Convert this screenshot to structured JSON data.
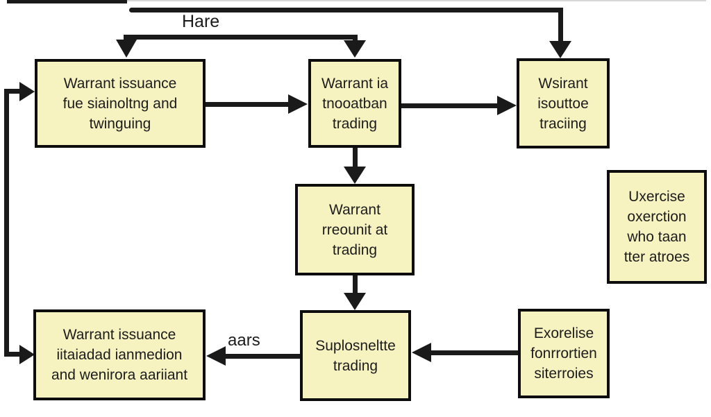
{
  "diagram": {
    "title": "warrant-trading-flowchart",
    "colors": {
      "background": "#ffffff",
      "box_fill": "#f6f3c1",
      "box_border": "#0d0d0d",
      "line_color": "#1a1a1a",
      "text_color": "#1c1c1c"
    },
    "labels": {
      "top_arrow": "Hare",
      "bottom_arrow": "aars"
    },
    "boxes": {
      "top_left": {
        "lines": [
          "Warrant issuance",
          "fue siainoltng and",
          "twinguing"
        ]
      },
      "top_middle": {
        "lines": [
          "Warrant ia",
          "tnooatban",
          "trading"
        ]
      },
      "top_right": {
        "lines": [
          "Wsirant",
          "isouttoe",
          "traciing"
        ]
      },
      "center": {
        "lines": [
          "Warrant",
          "rreounit at",
          "trading"
        ]
      },
      "right_middle": {
        "lines": [
          "Uxercise",
          "oxerction",
          "who taan",
          "tter atroes"
        ]
      },
      "bottom_left": {
        "lines": [
          "Warrant issuance",
          "iitaiadad ianmedion",
          "and wenirora aariiant"
        ]
      },
      "bottom_middle": {
        "lines": [
          "Suplosneltte",
          "trading"
        ]
      },
      "bottom_right": {
        "lines": [
          "Exorelise",
          "fonrrortien",
          "siterroies"
        ]
      }
    },
    "connections": [
      "top-rail to top-right box",
      "hare-rail to top-left and top-middle boxes",
      "left rail to top-left and bottom-left boxes",
      "top-left to top-middle",
      "top-middle to top-right",
      "top-middle down to center",
      "center down to bottom-middle",
      "bottom-right left to bottom-middle",
      "bottom-middle left to bottom-left (label aars)"
    ]
  }
}
